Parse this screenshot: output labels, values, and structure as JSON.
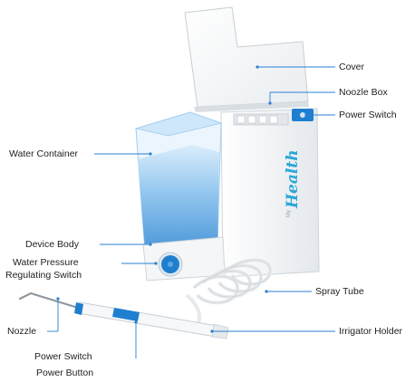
{
  "brand": {
    "prefix": "My",
    "name": "Health"
  },
  "labels": {
    "cover": "Cover",
    "nozzle_box": "Noozle Box",
    "power_switch_top": "Power Switch",
    "water_container": "Water Container",
    "device_body": "Device Body",
    "water_pressure": "Water Pressure",
    "regulating_switch": "Regulating Switch",
    "spray_tube": "Spray Tube",
    "nozzle": "Nozzle",
    "irrigator_holder": "Irrigator Holder",
    "power_switch_bottom": "Power Switch",
    "power_button": "Power Button"
  },
  "colors": {
    "accent": "#1f7fcf",
    "water": "#6fb4e8",
    "leader": "#2a7fd0",
    "body": "#f4f6f8"
  }
}
